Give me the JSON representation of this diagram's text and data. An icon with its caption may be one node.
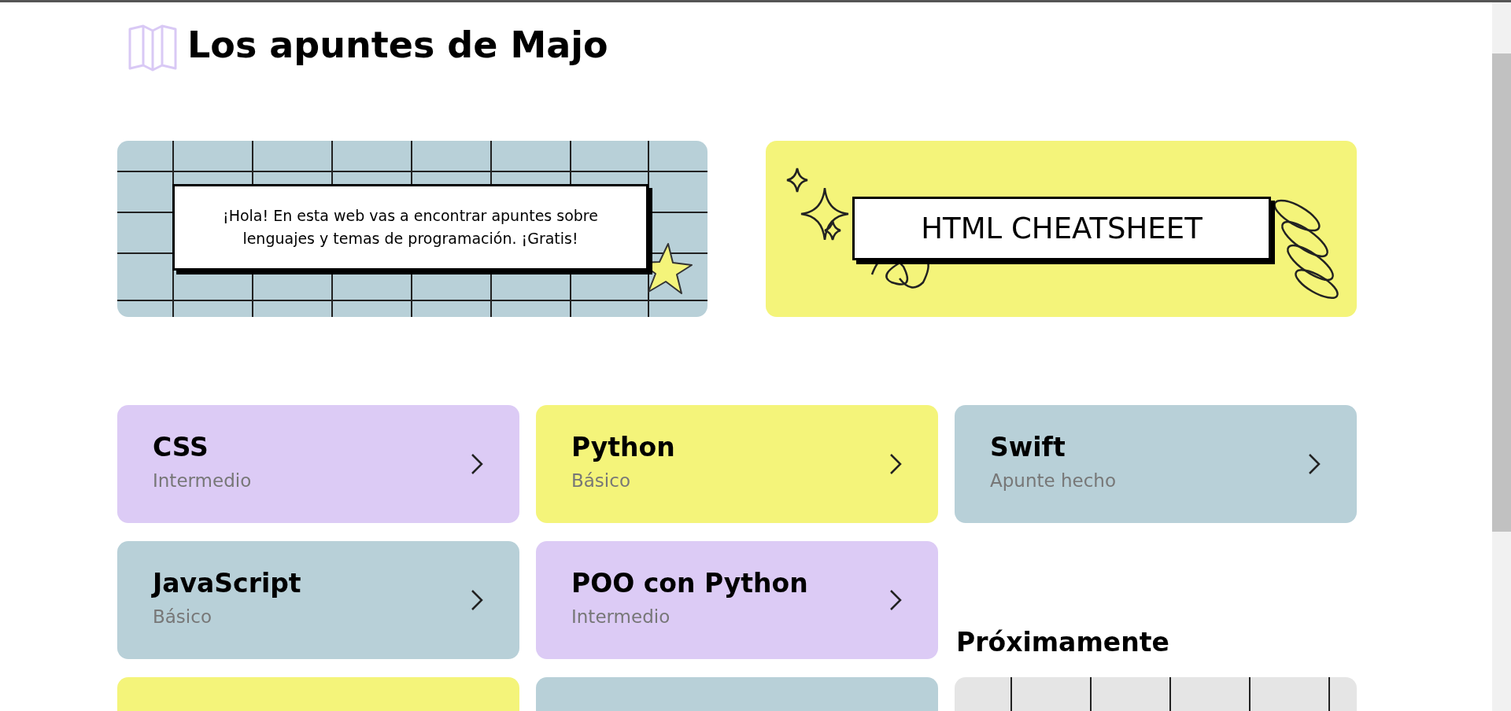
{
  "diagram": {
    "title": "Los apuntes de Majo",
    "nodes": [
      {
        "text": [
          "¡Hola! En esta web vas a encontrar apuntes sobre lenguajes y temas de programación. ¡Gratis!"
        ]
      },
      {
        "text": [
          "HTML CHEATSHEET"
        ]
      },
      {
        "text": [
          "CSS",
          "Intermedio"
        ]
      },
      {
        "text": [
          "Python",
          "Básico"
        ]
      },
      {
        "text": [
          "Swift",
          "Apunte hecho"
        ]
      },
      {
        "text": [
          "JavaScript",
          "Básico"
        ]
      },
      {
        "text": [
          "POO con Python",
          "Intermedio"
        ]
      },
      {
        "text": [],
        "shape": "box"
      },
      {
        "text": [],
        "shape": "box"
      },
      {
        "text": [],
        "shape": "box"
      }
    ],
    "labels": [
      "Próximamente"
    ]
  }
}
